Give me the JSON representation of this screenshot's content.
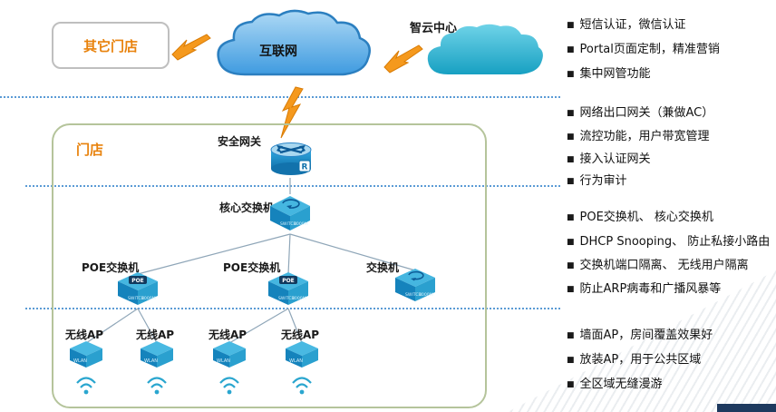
{
  "diagram": {
    "other_store_label": "其它门店",
    "internet_label": "互联网",
    "cloud_center_label": "智云中心",
    "store_label": "门店",
    "gateway_label": "安全网关",
    "core_switch_label": "核心交换机",
    "poe_switch_label_1": "POE交换机",
    "poe_switch_label_2": "POE交换机",
    "switch_label": "交换机",
    "ap_labels": [
      "无线AP",
      "无线AP",
      "无线AP",
      "无线AP"
    ],
    "router_badge": "R",
    "poe_badge": "POE",
    "switch_face_text": "SWITCH",
    "switch_speed_text": "1000M",
    "ap_face_text": "WLAN"
  },
  "notes": {
    "bullet": "■",
    "groups": [
      {
        "items": [
          "短信认证，微信认证",
          "Portal页面定制，精准营销",
          "集中网管功能"
        ]
      },
      {
        "items": [
          "网络出口网关（兼做AC）",
          "流控功能，用户带宽管理",
          "接入认证网关",
          "行为审计"
        ]
      },
      {
        "items": [
          "POE交换机、 核心交换机",
          "DHCP Snooping、 防止私接小路由",
          "交换机端口隔离、 无线用户隔离",
          "防止ARP病毒和广播风暴等"
        ]
      },
      {
        "items": [
          "墙面AP，房间覆盖效果好",
          "放装AP，用于公共区域",
          "全区域无缝漫游"
        ]
      }
    ]
  }
}
